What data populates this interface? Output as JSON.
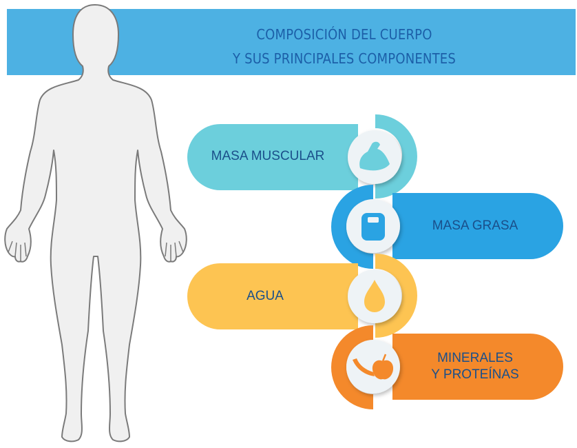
{
  "title": {
    "line1": "COMPOSICIÓN DEL CUERPO",
    "line2": "Y SUS PRINCIPALES COMPONENTES"
  },
  "components": [
    {
      "label": "MASA MUSCULAR",
      "icon": "flexed-arm-icon",
      "color": "#6ccfdc"
    },
    {
      "label": "MASA GRASA",
      "icon": "scale-icon",
      "color": "#2aa3e3"
    },
    {
      "label": "AGUA",
      "icon": "water-drop-icon",
      "color": "#fdc452"
    },
    {
      "label_line1": "MINERALES",
      "label_line2": "Y PROTEÍNAS",
      "icon": "fruit-icon",
      "color": "#f4892b"
    }
  ],
  "colors": {
    "banner": "#4db1e3",
    "title": "#1c5fa8",
    "label": "#1a4f8a",
    "body_fill": "#f0f0f0",
    "body_outline": "#7a7a7a"
  }
}
